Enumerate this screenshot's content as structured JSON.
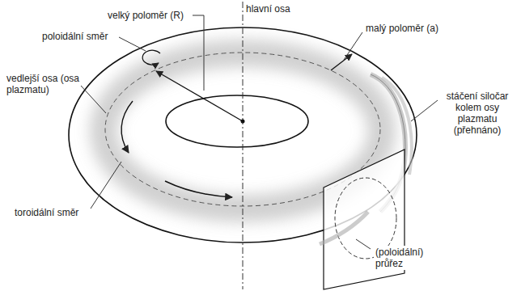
{
  "diagram": {
    "labels": [
      "hlavní osa",
      "velký poloměr (R)",
      "malý poloměr (a)",
      "poloidální směr",
      "vedlejší osa (osa plazmatu)",
      "stáčení siločar kolem osy plazmatu (přehnáno)",
      "toroidální směr",
      "(poloidální) průřez"
    ]
  }
}
